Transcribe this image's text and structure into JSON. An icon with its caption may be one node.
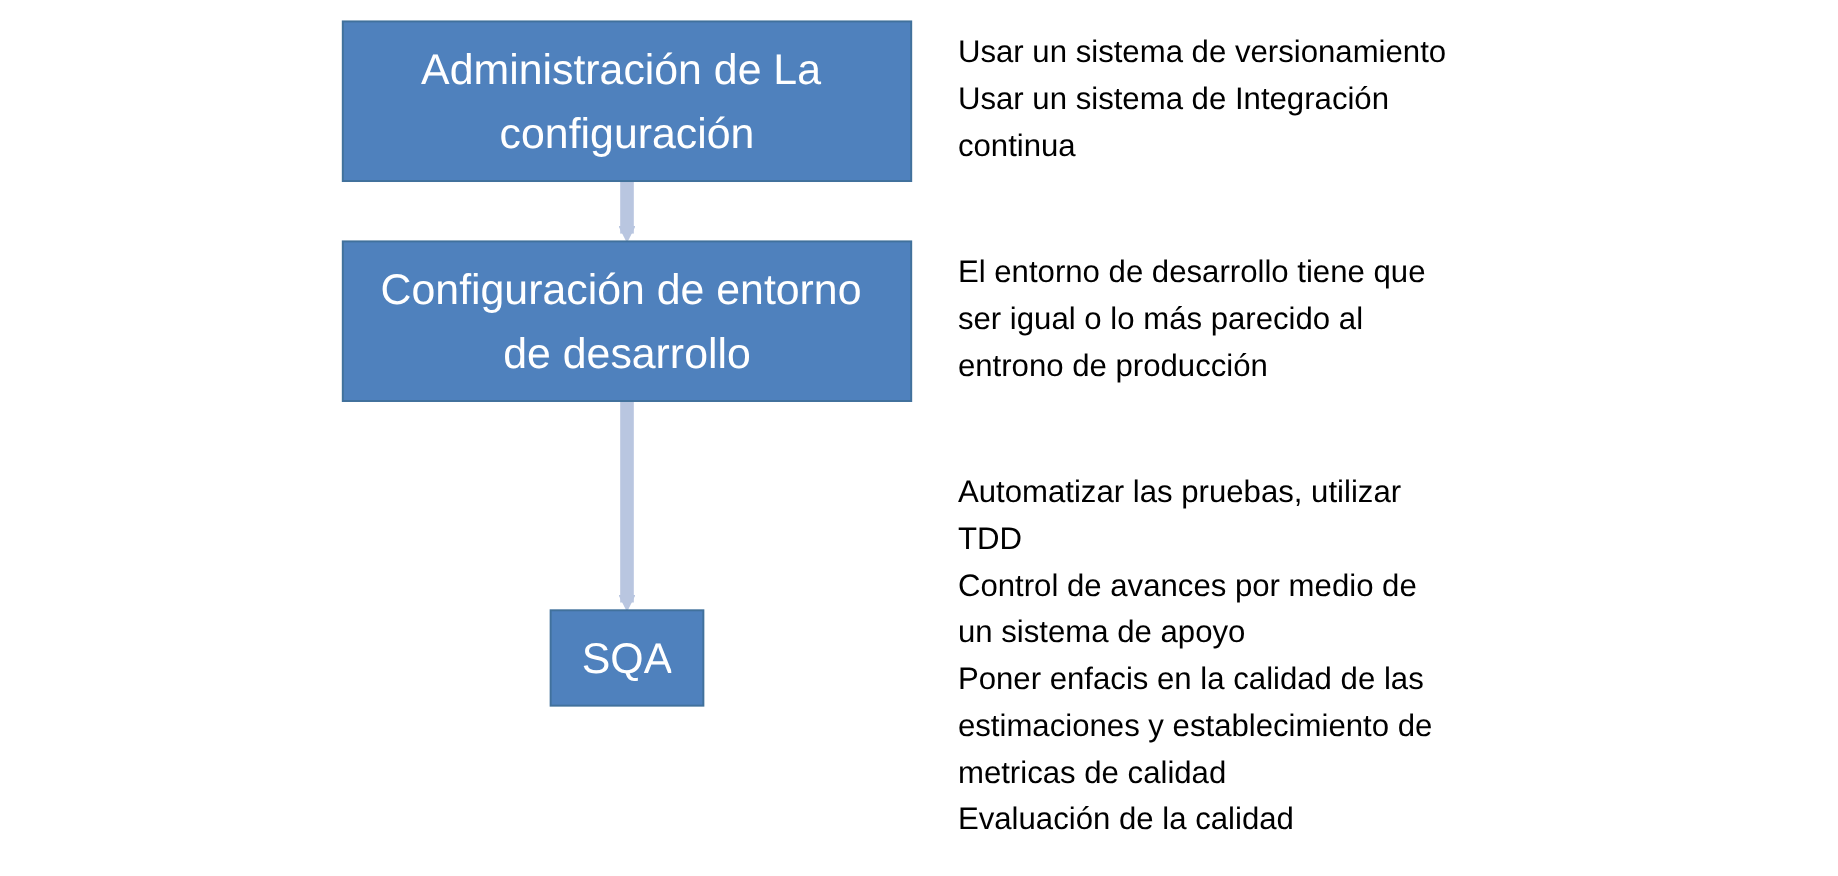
{
  "diagram": {
    "nodes": [
      {
        "text": [
          "Administración de La configuración"
        ],
        "beside": [
          "Usar un sistema de versionamiento",
          "Usar un sistema de Integración continua"
        ]
      },
      {
        "text": [
          "Configuración de entorno de desarrollo"
        ],
        "beside": [
          "El entorno de desarrollo tiene que ser igual o lo más parecido al entrono de producción"
        ]
      },
      {
        "text": [
          "SQA"
        ],
        "beside": [
          "Automatizar las pruebas, utilizar TDD",
          "Control de avances por medio de un sistema de apoyo",
          "Poner enfacis en la calidad de las estimaciones y establecimiento de metricas de calidad",
          "Evaluación de la calidad"
        ]
      }
    ],
    "edges": [
      {
        "from": 0,
        "to": 1,
        "arrow": "to"
      },
      {
        "from": 1,
        "to": 2,
        "arrow": "to"
      }
    ]
  }
}
